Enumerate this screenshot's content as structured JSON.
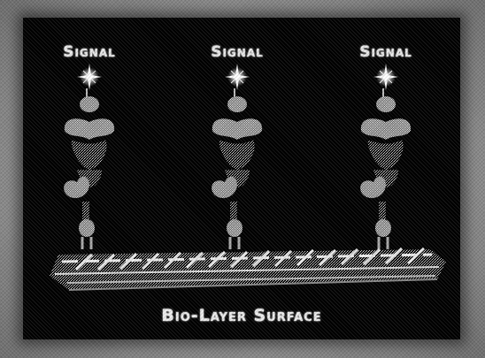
{
  "diagram": {
    "signal_labels": [
      "Signal",
      "Signal",
      "Signal"
    ],
    "surface_label": "Bio-Layer Surface",
    "colors": {
      "background": "#000000",
      "frame": "#9a9a9a",
      "text": "#e9e9e9",
      "molecule": "#c8c8c8"
    },
    "icons": [
      "signal-star-icon",
      "molecule-complex-icon",
      "surface-layer-icon"
    ]
  }
}
